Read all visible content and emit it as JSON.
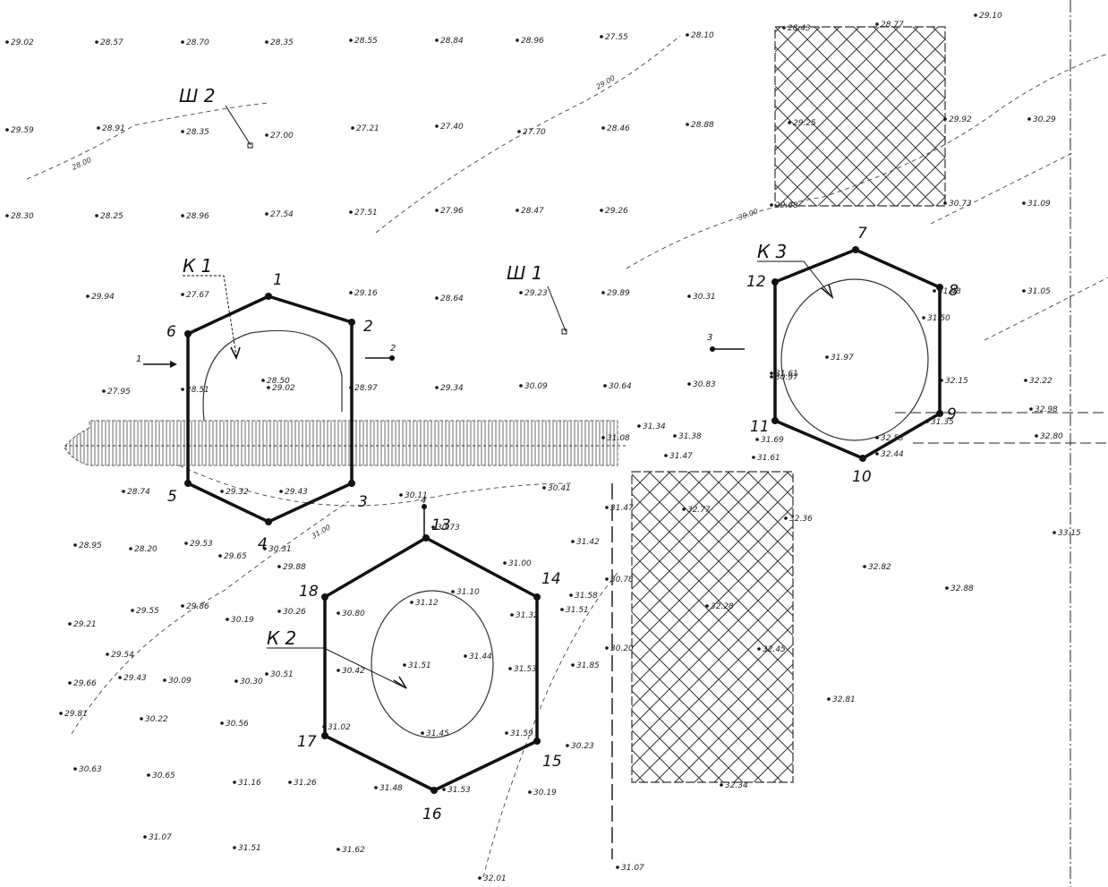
{
  "labels": {
    "k1": "К 1",
    "k2": "К 2",
    "k3": "К 3",
    "sh1": "Ш 1",
    "sh2": "Ш 2",
    "arrow1": "1",
    "arrow2": "2",
    "arrow3": "3",
    "arrow4": "4"
  },
  "vertex_labels": [
    "1",
    "2",
    "3",
    "4",
    "5",
    "6",
    "7",
    "8",
    "9",
    "10",
    "11",
    "12",
    "13",
    "14",
    "15",
    "16",
    "17",
    "18"
  ],
  "contour_labels": [
    "28.00",
    "29.00",
    "30.00",
    "31.00"
  ],
  "elevations": [
    "29.02",
    "28.57",
    "28.70",
    "28.35",
    "28.55",
    "28.84",
    "28.96",
    "27.55",
    "28.10",
    "28.43",
    "28.77",
    "29.10",
    "29.59",
    "28.91",
    "28.35",
    "27.00",
    "27.21",
    "27.40",
    "27.70",
    "28.46",
    "28.88",
    "29.25",
    "29.92",
    "30.29",
    "28.30",
    "28.25",
    "28.96",
    "27.54",
    "27.51",
    "27.96",
    "28.47",
    "29.26",
    "29.68",
    "30.73",
    "31.09",
    "29.94",
    "27.67",
    "29.16",
    "28.64",
    "29.23",
    "29.89",
    "30.31",
    "31.48",
    "31.05",
    "28.50",
    "29.02",
    "28.51",
    "28.97",
    "29.34",
    "30.09",
    "30.64",
    "30.83",
    "31.50",
    "31.97",
    "31.61",
    "32.15",
    "32.22",
    "27.95",
    "28.74",
    "29.32",
    "29.43",
    "30.11",
    "30.41",
    "31.08",
    "31.34",
    "31.38",
    "31.47",
    "31.69",
    "31.61",
    "32.44",
    "32.53",
    "32.98",
    "32.80",
    "30.73",
    "30.31",
    "31.00",
    "31.42",
    "31.51",
    "31.58",
    "31.47",
    "32.77",
    "32.36",
    "32.82",
    "32.88",
    "33.15",
    "28.20",
    "29.53",
    "29.65",
    "29.88",
    "30.26",
    "30.80",
    "31.12",
    "31.10",
    "31.32",
    "30.78",
    "32.28",
    "28.95",
    "29.55",
    "29.86",
    "30.19",
    "31.51",
    "31.44",
    "31.53",
    "31.85",
    "30.20",
    "32.45",
    "29.21",
    "29.54",
    "29.43",
    "30.09",
    "30.30",
    "30.51",
    "30.42",
    "31.45",
    "31.59",
    "32.81",
    "29.66",
    "30.22",
    "30.56",
    "31.02",
    "30.23",
    "29.81",
    "30.63",
    "30.65",
    "31.16",
    "31.26",
    "31.48",
    "31.53",
    "30.19",
    "32.34",
    "31.07",
    "31.51",
    "31.62",
    "32.01",
    "31.07",
    "30.97",
    "31.35"
  ],
  "colors": {
    "ink": "#111111",
    "paper": "#ffffff"
  }
}
